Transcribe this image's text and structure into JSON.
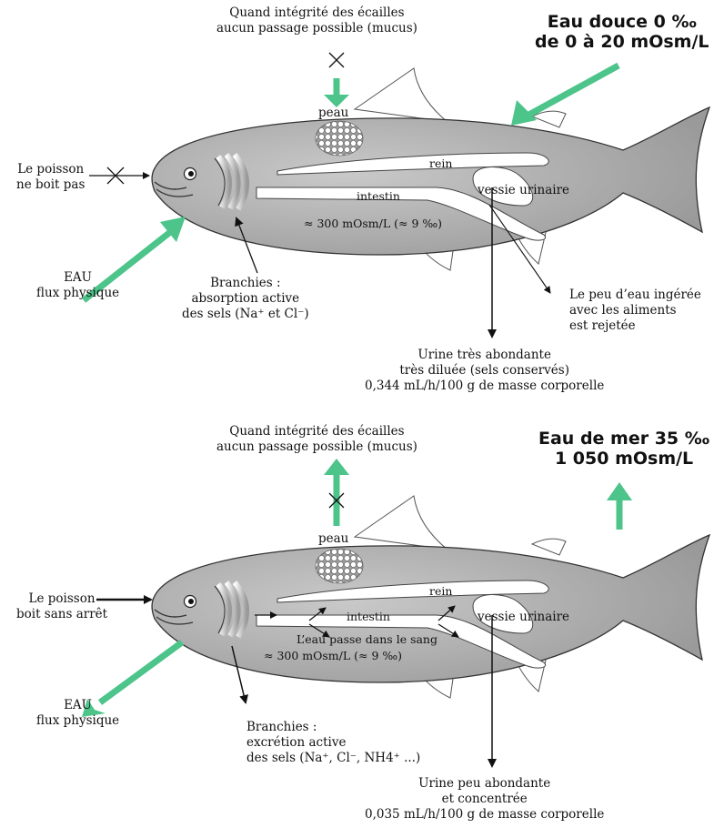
{
  "freshwater": {
    "title_line1": "Eau douce 0 ‰",
    "title_line2": "de 0 à 20 mOsm/L",
    "scales_line1": "Quand intégrité des écailles",
    "scales_line2": "aucun passage possible (mucus)",
    "skin": "peau",
    "kidney": "rein",
    "intestine": "intestin",
    "bladder": "vessie urinaire",
    "blood": "≈ 300 mOsm/L (≈ 9 ‰)",
    "drink_line1": "Le poisson",
    "drink_line2": "ne boit pas",
    "water_line1": "EAU",
    "water_line2": "flux physique",
    "gills_line1": "Branchies :",
    "gills_line2": "absorption active",
    "gills_line3": "des sels (Na⁺ et Cl⁻)",
    "food_line1": "Le peu d’eau ingérée",
    "food_line2": "avec les aliments",
    "food_line3": "est rejetée",
    "urine_line1": "Urine très abondante",
    "urine_line2": "très diluée (sels conservés)",
    "urine_line3": "0,344 mL/h/100 g de masse corporelle"
  },
  "seawater": {
    "title_line1": "Eau de mer 35 ‰",
    "title_line2": "1 050 mOsm/L",
    "scales_line1": "Quand intégrité des écailles",
    "scales_line2": "aucun passage possible (mucus)",
    "skin": "peau",
    "kidney": "rein",
    "intestine": "intestin",
    "bladder": "vessie urinaire",
    "blood_passage": "L’eau passe dans le sang",
    "blood": "≈ 300 mOsm/L (≈ 9 ‰)",
    "drink_line1": "Le poisson",
    "drink_line2": "boit sans arrêt",
    "water_line1": "EAU",
    "water_line2": "flux physique",
    "gills_line1": "Branchies :",
    "gills_line2": "excrétion active",
    "gills_line3": "des sels (Na⁺, Cl⁻, NH4⁺ ...)",
    "urine_line1": "Urine peu abondante",
    "urine_line2": "et concentrée",
    "urine_line3": "0,035 mL/h/100 g de masse corporelle"
  },
  "colors": {
    "water_arrow": "#4cc48a",
    "fish_body": "#a7a7a7",
    "organ": "#ffffff",
    "ink": "#111111"
  }
}
